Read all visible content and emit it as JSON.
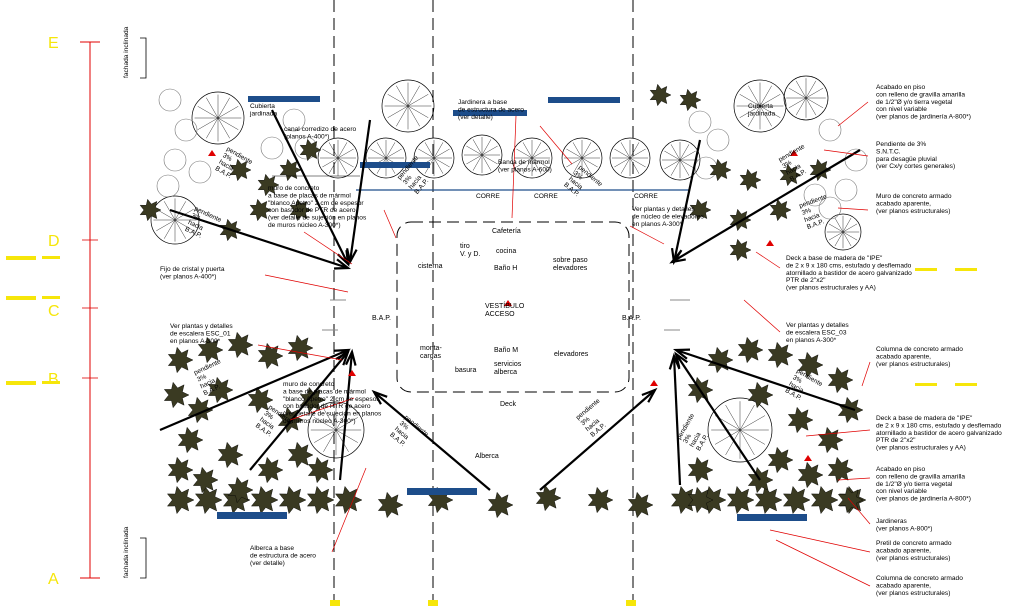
{
  "grid": {
    "rows": [
      "E",
      "D",
      "C",
      "B",
      "A"
    ],
    "facade_label": "fachada inclinada"
  },
  "center": {
    "vestibule": "VESTÍBULO\nACCESO",
    "rooms": {
      "cafeteria": "Cafetería",
      "cocina": "cocina",
      "bano_h": "Baño H",
      "tiro": "tiro\nV. y D.",
      "cisterna": "cisterna",
      "sobre_paso": "sobre paso\nelevadores",
      "monta_cargas": "monta-\ncargas",
      "basura": "basura",
      "bano_m": "Baño M",
      "servicios": "servicios\nalberca",
      "elevadores": "elevadores",
      "deck": "Deck",
      "alberca": "Alberca"
    },
    "bap": "B.A.P.",
    "corre": "CORRE"
  },
  "notes_left": {
    "fijo": "Fijo de cristal y puerta\n(ver planos A-400*)",
    "escalera_01": "Ver plantas y detalles\nde escalera ESC_01\nen planos A-300*",
    "alberca_base": "Alberca a base\nde estructura de acero\n(ver detalle)",
    "muro_marmol": "muro de concreto\na base de placas de mármol\n\"blanco Apetro\" 2 cm de espesor\ncon bastidor de PTR de acero\n(ver detalle de sujeción en planos\nde muros núcleo A-300*)",
    "canal": "canal corredizo de acero\n(planos A-400*)"
  },
  "notes_top": {
    "jardinera_base": "Jardinera a base\nde estructura de acero\n(ver detalle)",
    "banca_marmol": "Banca de mármol\n(ver planos A-600)",
    "jardinera_area": "Cubierta\njardinada",
    "nucleo": "Ver plantas y detalles\nde núcleo de elevadores\nen planos A-300*"
  },
  "notes_right": {
    "acabado_piso": "Acabado en piso\ncon relleno de gravilla amarilla\nde 1/2\"Ø y/o tierra vegetal\ncon nivel variable\n(ver planos de jardinería A-800*)",
    "pendiente": "Pendiente de 3%\nS.N.T.C.\npara desagüe pluvial\n(ver Cx/y cortes generales)",
    "muro": "Muro de concreto armado\nacabado aparente,\n(ver planos estructurales)",
    "deck_1": "Deck a base de madera de \"IPE\"\nde 2 x 9 x 180 cms, estufado y desflemado\natornillado a bastidor de acero galvanizado\nPTR de 2\"x2\"\n(ver planos estructurales y AA)",
    "escalera_03": "Ver plantas y detalles\nde escalera ESC_03\nen planos A-300*",
    "columna_1": "Columna de concreto armado\nacabado aparente,\n(ver planos estructurales)",
    "deck_2": "Deck a base de madera de \"IPE\"\nde 2 x 9 x 180 cms, estufado y desflemado\natornillado a bastidor de acero galvanizado\nPTR de 2\"x2\"\n(ver planos estructurales y AA)",
    "acabado_piso_2": "Acabado en piso\ncon relleno de gravilla amarilla\nde 1/2\"Ø y/o tierra vegetal\ncon nivel variable\n(ver planos de jardinería A-800*)",
    "jardineras": "Jardineras\n(ver planos A-800*)",
    "pretil": "Pretil de concreto armado\nacabado aparente,\n(ver planos estructurales)",
    "columna_2": "Columna de concreto armado\nacabado aparente,\n(ver planos estructurales)"
  },
  "slope": {
    "pendiente": "pendiente",
    "pct": "3%",
    "hacia": "hacia",
    "bap": "B.A.P."
  },
  "colors": {
    "grid_accent": "#f6e60a",
    "leader": "#e00000",
    "bench": "#1d4d8a",
    "vegetation": "#3a3a22"
  }
}
